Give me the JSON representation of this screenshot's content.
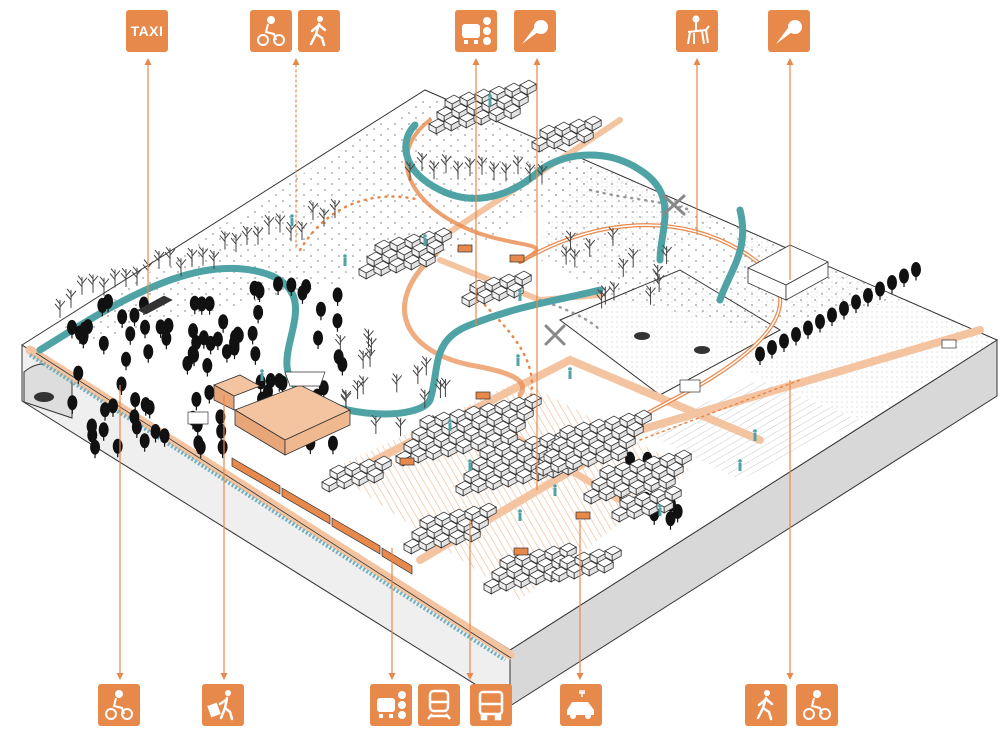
{
  "colors": {
    "accent": "#E8894C",
    "accent_light": "#F4C4A1",
    "river": "#4FA3A5",
    "ground": "#ffffff",
    "side_light": "#f1f1f1",
    "side_dark": "#dcdcdc",
    "line": "#333333",
    "rail": "#6FB0C0",
    "field_dot": "#999999"
  },
  "icons_top": [
    {
      "name": "taxi-icon",
      "glyph": "taxi",
      "text": "TAXI"
    },
    {
      "name": "cyclist-icon",
      "glyph": "cyclist"
    },
    {
      "name": "pedestrian-icon",
      "glyph": "walker"
    },
    {
      "name": "carpool-icon",
      "glyph": "carpool"
    },
    {
      "name": "local-produce-icon",
      "glyph": "produce"
    },
    {
      "name": "horse-rider-icon",
      "glyph": "horse"
    },
    {
      "name": "local-produce-icon",
      "glyph": "produce"
    }
  ],
  "icons_bottom": [
    {
      "name": "cyclist-icon",
      "glyph": "cyclist"
    },
    {
      "name": "traveler-luggage-icon",
      "glyph": "luggage"
    },
    {
      "name": "carpool-icon",
      "glyph": "carpool"
    },
    {
      "name": "train-icon",
      "glyph": "train"
    },
    {
      "name": "bus-icon",
      "glyph": "bus"
    },
    {
      "name": "electric-car-icon",
      "glyph": "ecar"
    },
    {
      "name": "pedestrian-icon",
      "glyph": "walker"
    },
    {
      "name": "cyclist-icon",
      "glyph": "cyclist"
    }
  ]
}
